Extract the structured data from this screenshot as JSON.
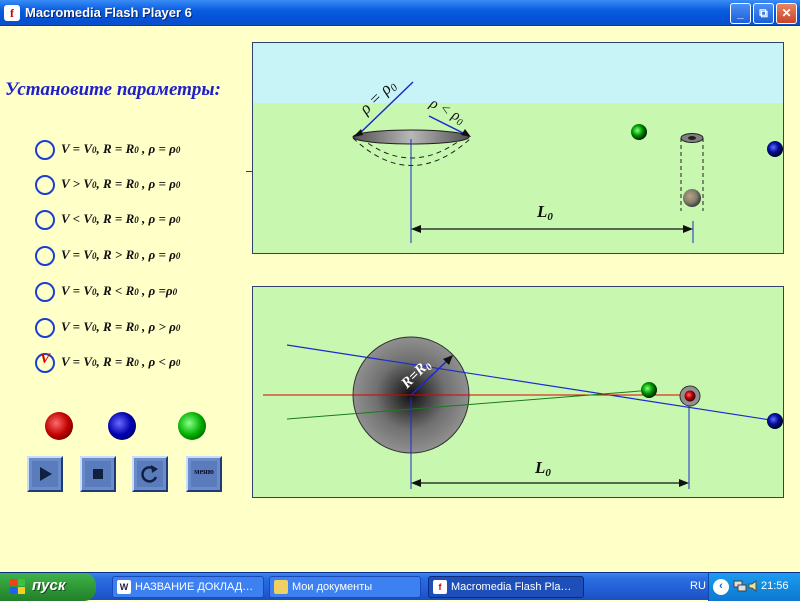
{
  "window": {
    "title": "Macromedia Flash Player 6",
    "minimize": "_",
    "maximize": "⧉",
    "close": "✕"
  },
  "heading": "Установите параметры:",
  "options": [
    {
      "parts": [
        "V = V",
        "0",
        ", R = R",
        "0",
        " , ρ = ρ",
        "0"
      ],
      "checked": false
    },
    {
      "parts": [
        "V > V",
        "0",
        ", R = R",
        "0",
        " , ρ = ρ",
        "0"
      ],
      "checked": false
    },
    {
      "parts": [
        "V < V",
        "0",
        ", R = R",
        "0",
        " , ρ = ρ",
        "0"
      ],
      "checked": false
    },
    {
      "parts": [
        "V = V",
        "0",
        ", R > R",
        "0",
        " , ρ = ρ",
        "0"
      ],
      "checked": false
    },
    {
      "parts": [
        "V = V",
        "0",
        ", R < R",
        "0",
        " , ρ =ρ",
        "0"
      ],
      "checked": false
    },
    {
      "parts": [
        "V = V",
        "0",
        ", R = R",
        "0",
        " , ρ > ρ",
        "0"
      ],
      "checked": false
    },
    {
      "parts": [
        "V = V",
        "0",
        ", R = R",
        "0",
        " , ρ < ρ",
        "0"
      ],
      "checked": true
    }
  ],
  "check_mark": "V",
  "legend_balls": [
    "red",
    "blue",
    "green"
  ],
  "controls": {
    "play": "play-icon",
    "stop": "stop-icon",
    "restart": "restart-icon",
    "menu": "меню"
  },
  "panel_top": {
    "label_rho_equal": "ρ = ρ",
    "label_rho_less": "ρ < ρ",
    "label_rho_sub": "0",
    "distance": "L",
    "distance_sub": "0"
  },
  "panel_bottom": {
    "radius_label": "R=R",
    "radius_sub": "0",
    "distance": "L",
    "distance_sub": "0"
  },
  "taskbar": {
    "start": "пуск",
    "tasks": [
      {
        "label": "НАЗВАНИЕ ДОКЛАД…",
        "icon": "W",
        "active": false
      },
      {
        "label": "Мои документы",
        "icon": "📁",
        "active": false
      },
      {
        "label": "Macromedia Flash Pla…",
        "icon": "f",
        "active": true
      }
    ],
    "lang": "RU",
    "clock": "21:56"
  },
  "colors": {
    "sky": "#c8f4f8",
    "grass": "#c8f8b0",
    "blue_line": "#1a2ad0",
    "ball_red": "#e00000",
    "ball_blue": "#0010a0",
    "ball_green": "#00a000"
  }
}
